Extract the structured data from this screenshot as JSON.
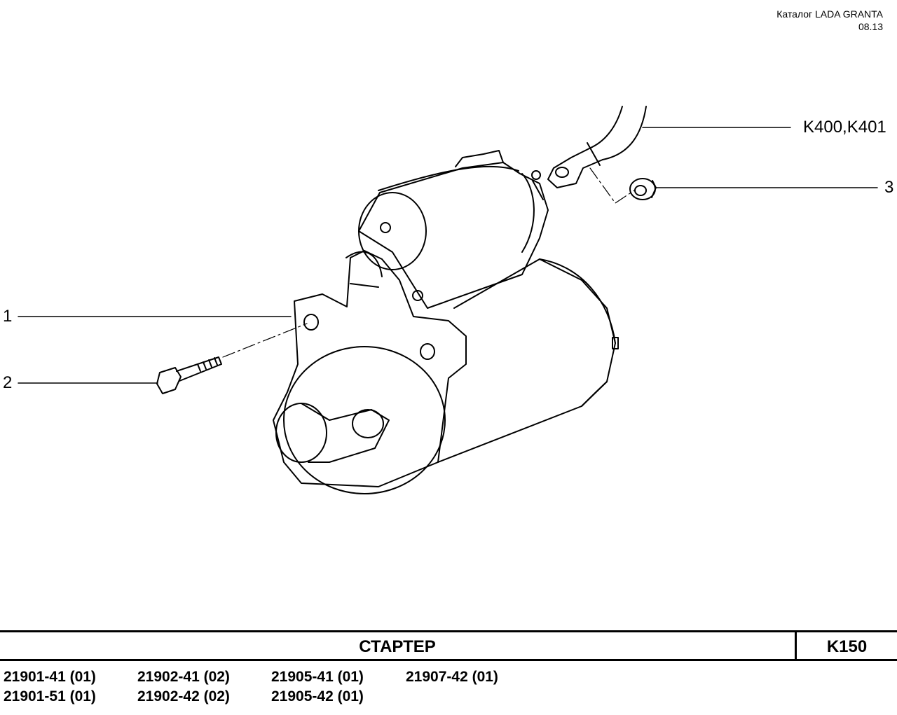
{
  "header": {
    "catalog": "Каталог  LADA  GRANTA",
    "date": "08.13"
  },
  "callouts": {
    "ref_parts": "K400,K401",
    "item_3": "3",
    "item_1": "1",
    "item_2": "2"
  },
  "title": "СТАРТЕР",
  "code": "K150",
  "models": [
    "21901-41 (01)",
    "21902-41 (02)",
    "21905-41 (01)",
    "21907-42 (01)",
    "21901-51 (01)",
    "21902-42 (02)",
    "21905-42 (01)"
  ]
}
